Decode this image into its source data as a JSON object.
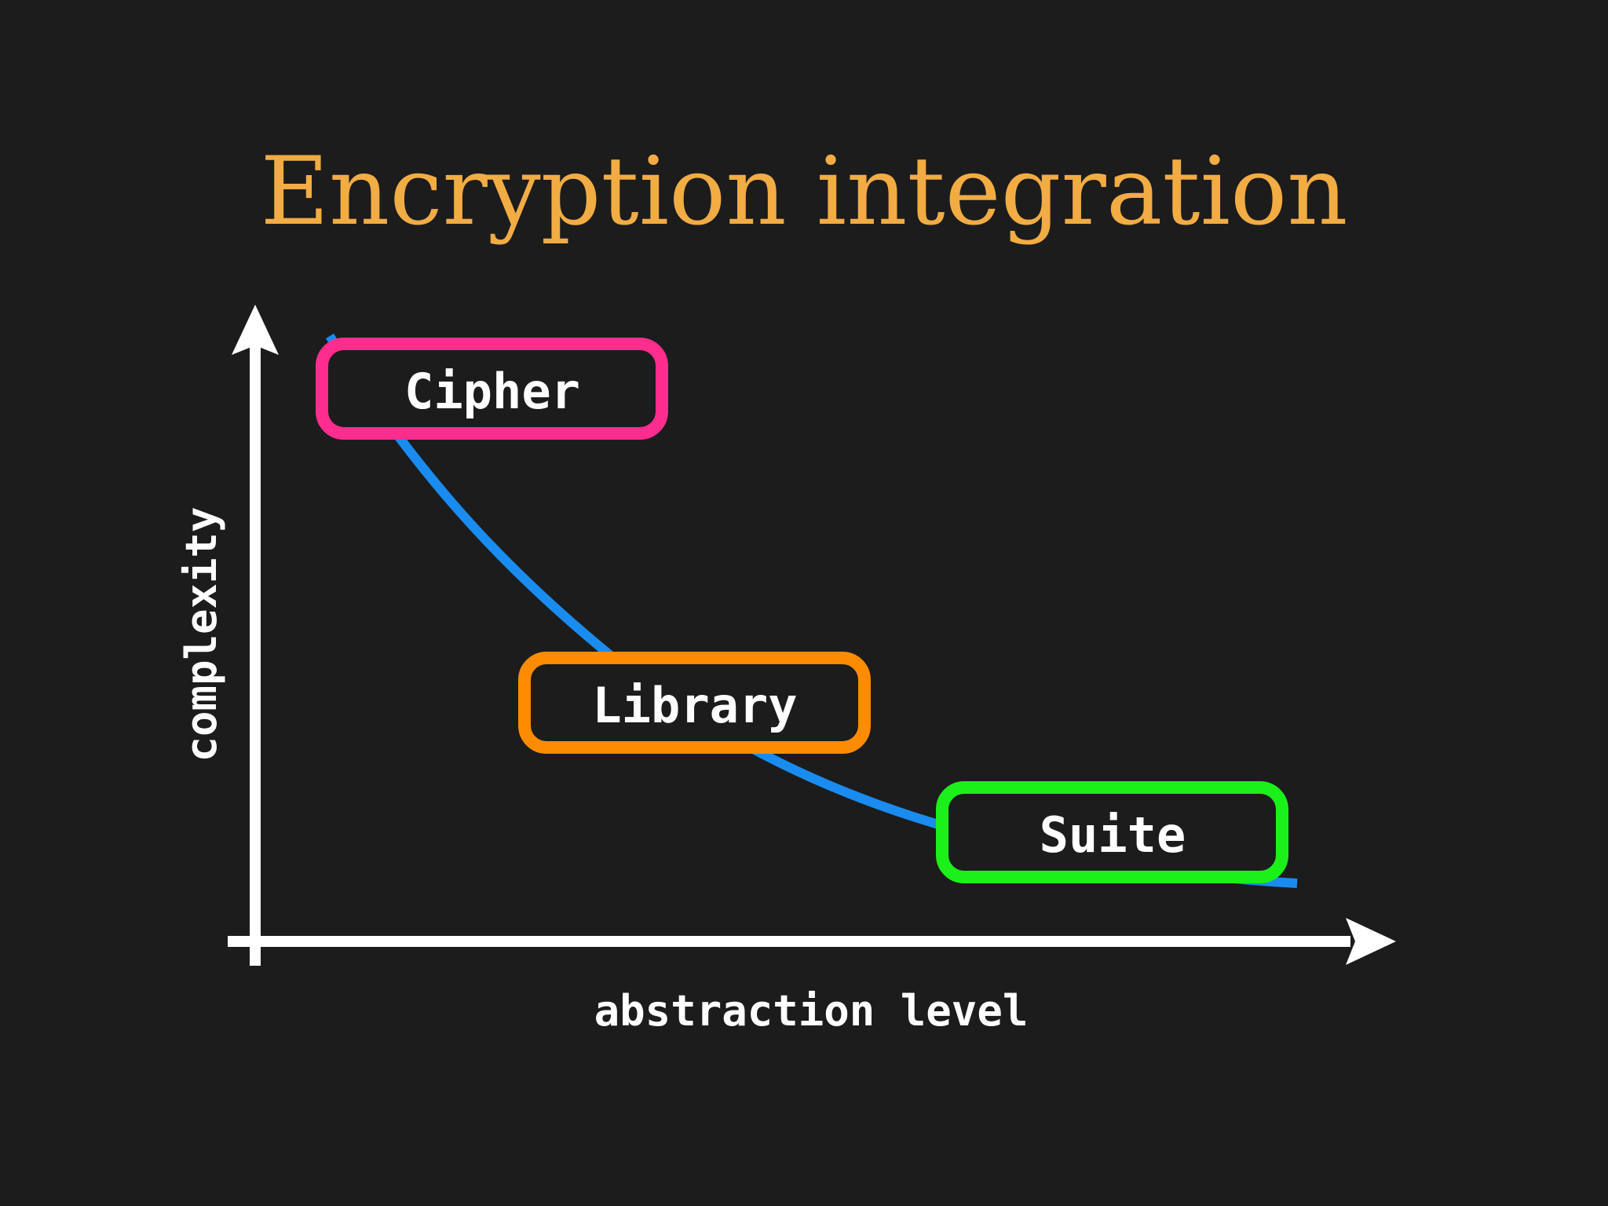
{
  "title": "Encryption integration",
  "axes": {
    "x_label": "abstraction level",
    "y_label": "complexity"
  },
  "stages": [
    {
      "label": "Cipher",
      "color": "#ff2d8e"
    },
    {
      "label": "Library",
      "color": "#ff8c00"
    },
    {
      "label": "Suite",
      "color": "#1cf01a"
    }
  ],
  "colors": {
    "background": "#1c1c1d",
    "title": "#f2ac44",
    "curve": "#1a8cf0",
    "axis": "#ffffff",
    "box_fill": "#1c1c1d",
    "box_text": "#ffffff"
  }
}
